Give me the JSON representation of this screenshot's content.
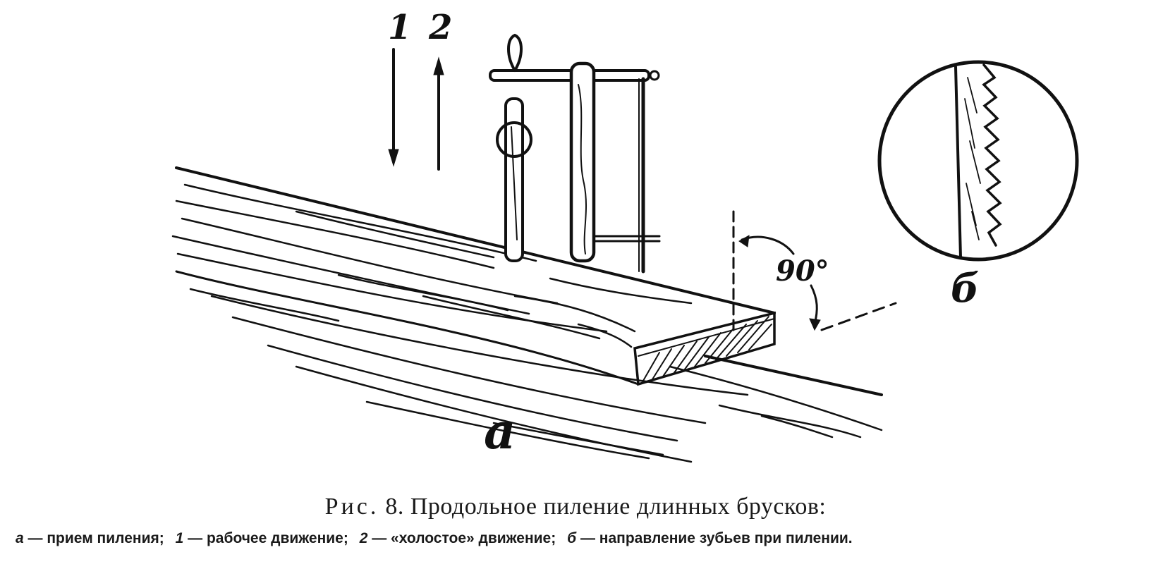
{
  "figure": {
    "label_a": "а",
    "label_b": "б",
    "label_1": "1",
    "label_2": "2",
    "angle": "90°"
  },
  "caption": {
    "prefix": "Рис.",
    "number": "8.",
    "title": "Продольное пиление длинных брусков:",
    "legend": [
      {
        "key": "а",
        "text": "— прием пиления;"
      },
      {
        "key": "1",
        "text": "— рабочее движение;"
      },
      {
        "key": "2",
        "text": "— «холостое» движение;"
      },
      {
        "key": "б",
        "text": "— направление зубьев при пилении."
      }
    ]
  }
}
